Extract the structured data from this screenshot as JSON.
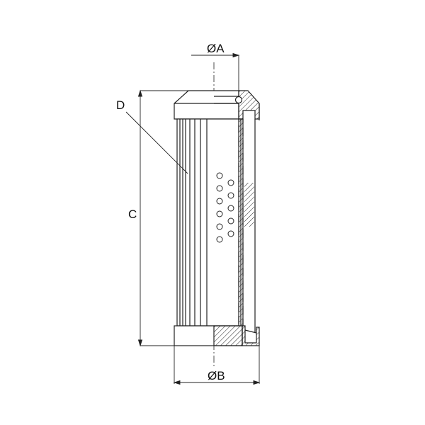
{
  "labels": {
    "dim_a": "ØA",
    "dim_b": "ØB",
    "dim_c": "C",
    "callout_d": "D"
  },
  "colors": {
    "line": "#222222",
    "background": "#ffffff"
  }
}
